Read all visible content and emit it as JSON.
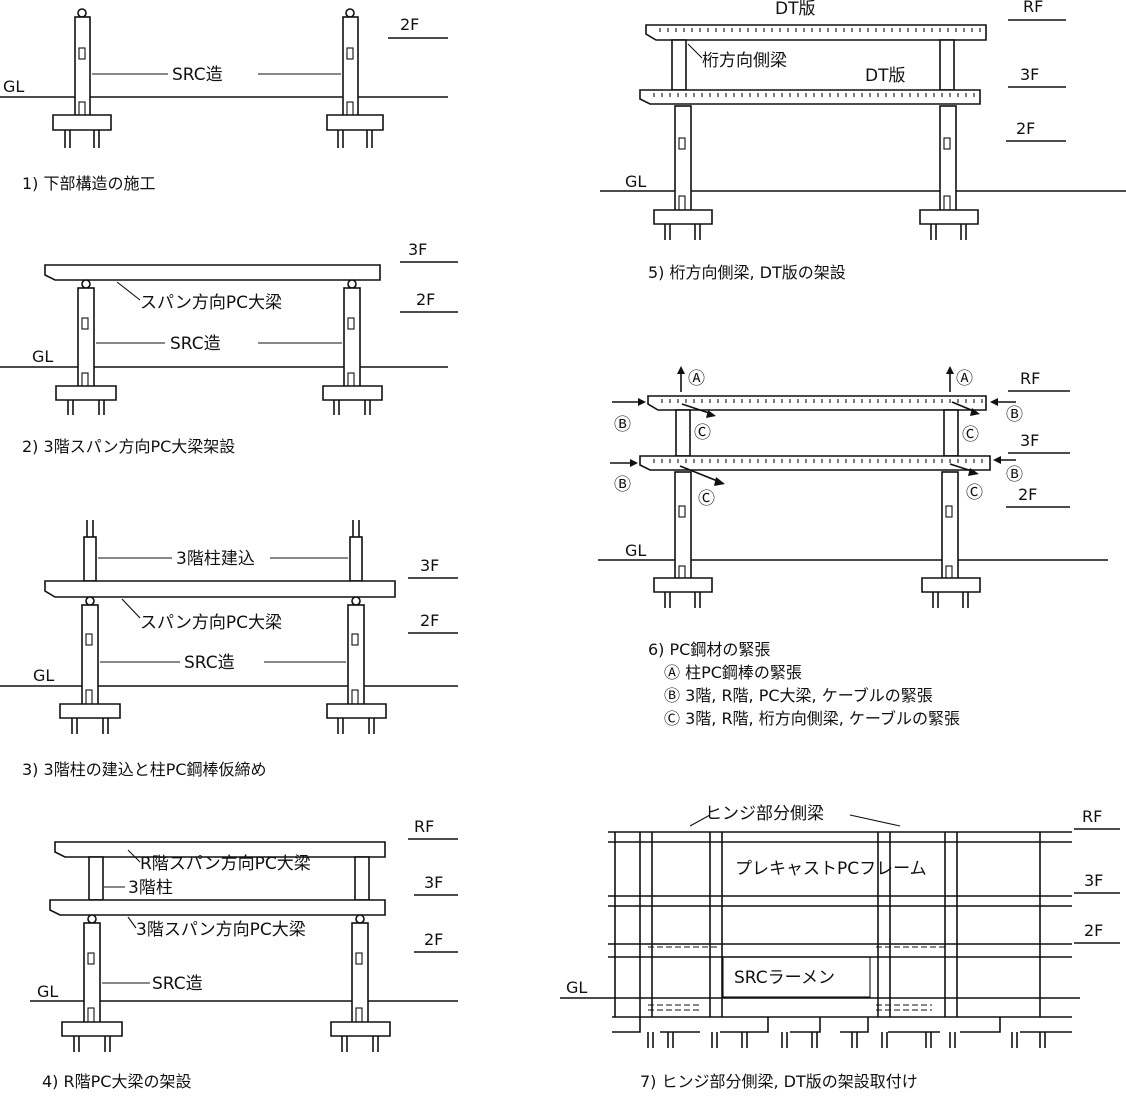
{
  "floors": {
    "gl": "GL",
    "f2": "2F",
    "f3": "3F",
    "rf": "RF"
  },
  "steps": [
    {
      "caption": "1) 下部構造の施工",
      "labels": {
        "src": "SRC造"
      }
    },
    {
      "caption": "2) 3階スパン方向PC大梁架設",
      "labels": {
        "beam": "スパン方向PC大梁",
        "src": "SRC造"
      }
    },
    {
      "caption": "3) 3階柱の建込と柱PC鋼棒仮締め",
      "labels": {
        "col3": "3階柱建込",
        "beam": "スパン方向PC大梁",
        "src": "SRC造"
      }
    },
    {
      "caption": "4) R階PC大梁の架設",
      "labels": {
        "rbeam": "R階スパン方向PC大梁",
        "col3": "3階柱",
        "beam3": "3階スパン方向PC大梁",
        "src": "SRC造"
      }
    },
    {
      "caption": "5) 桁方向側梁, DT版の架設",
      "labels": {
        "dt": "DT版",
        "side": "桁方向側梁"
      }
    },
    {
      "caption": "6) PC鋼材の緊張",
      "notes": [
        "Ⓐ 柱PC鋼棒の緊張",
        "Ⓑ 3階, R階, PC大梁, ケーブルの緊張",
        "Ⓒ 3階, R階, 桁方向側梁, ケーブルの緊張"
      ],
      "marks": {
        "a": "Ⓐ",
        "b": "Ⓑ",
        "c": "Ⓒ"
      }
    },
    {
      "caption": "7) ヒンジ部分側梁, DT版の架設取付け",
      "labels": {
        "hinge": "ヒンジ部分側梁",
        "frame": "プレキャストPCフレーム",
        "rahmen": "SRCラーメン"
      }
    }
  ]
}
